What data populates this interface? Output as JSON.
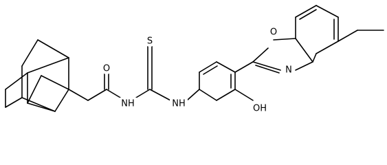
{
  "labels": {
    "amide_O": "O",
    "amide_NH": "NH",
    "thio_S": "S",
    "thiourea_NH": "NH",
    "oxazole_O": "O",
    "oxazole_N": "N",
    "hydroxyl": "OH"
  }
}
